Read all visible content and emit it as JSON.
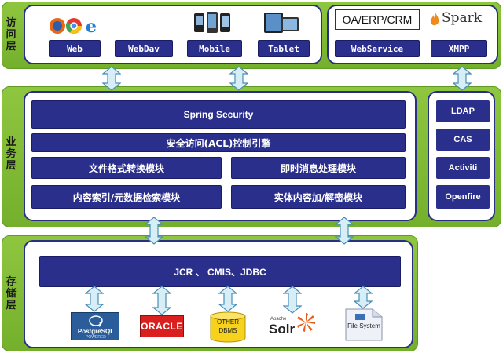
{
  "layers": {
    "access_label": "访问层",
    "business_label": "业务层",
    "storage_label": "存储层"
  },
  "access": {
    "clients": [
      "Web",
      "WebDav",
      "Mobile",
      "Tablet"
    ],
    "services": [
      "WebService",
      "XMPP"
    ],
    "oa_label": "OA/ERP/CRM",
    "spark_label": "Spark"
  },
  "business": {
    "spring_security": "Spring Security",
    "acl_engine": "安全访问(ACL)控制引擎",
    "format_module": "文件格式转换模块",
    "im_module": "即时消息处理模块",
    "index_module": "内容索引/元数据检索模块",
    "encrypt_module": "实体内容加/解密模块",
    "side": [
      "LDAP",
      "CAS",
      "Activiti",
      "Openfire"
    ]
  },
  "storage": {
    "api_bar": "JCR 、 CMIS、JDBC",
    "backends": {
      "postgres": "PostgreSQL",
      "postgres_sub": "POWERED",
      "oracle": "ORACLE",
      "other_line1": "OTHER",
      "other_line2": "DBMS",
      "solr_small": "Apache",
      "solr": "Solr",
      "filesystem": "File System"
    }
  },
  "colors": {
    "band_green": "#7ab833",
    "panel_border": "#2a2f86",
    "button_navy": "#2b2f8c",
    "arrow_fill": "#d7eef7",
    "arrow_stroke": "#4a8fb8"
  }
}
